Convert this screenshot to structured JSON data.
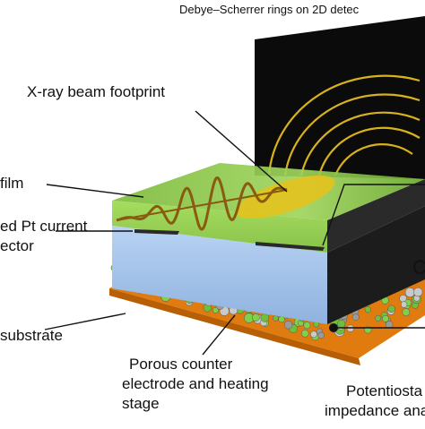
{
  "labels": {
    "detector_title": "Debye–Scherrer rings on 2D detec",
    "beam_footprint": "X-ray beam footprint",
    "film": "film",
    "current_collector_line1": "ed Pt current",
    "current_collector_line2": "ector",
    "substrate": "substrate",
    "counter_electrode_line1": "Porous counter",
    "counter_electrode_line2": "electrode and heating",
    "counter_electrode_line3": "stage",
    "potentiostat_line1": "Potentiosta",
    "potentiostat_line2": "impedance ana",
    "edge_letter": "C"
  },
  "colors": {
    "film": "#8cc94a",
    "substrate": "#a9c7ec",
    "side_dark": "#1c1c1c",
    "stage": "#e07b10",
    "detector": "#0b0b0b",
    "rings": "#d8b21c",
    "beam_ellipse": "#e8c21a",
    "wave": "#8a5a10",
    "pt_strip": "#2a2a2a"
  },
  "icons": {
    "detector": "detector-panel-icon",
    "particles": "porous-particles-icon"
  }
}
